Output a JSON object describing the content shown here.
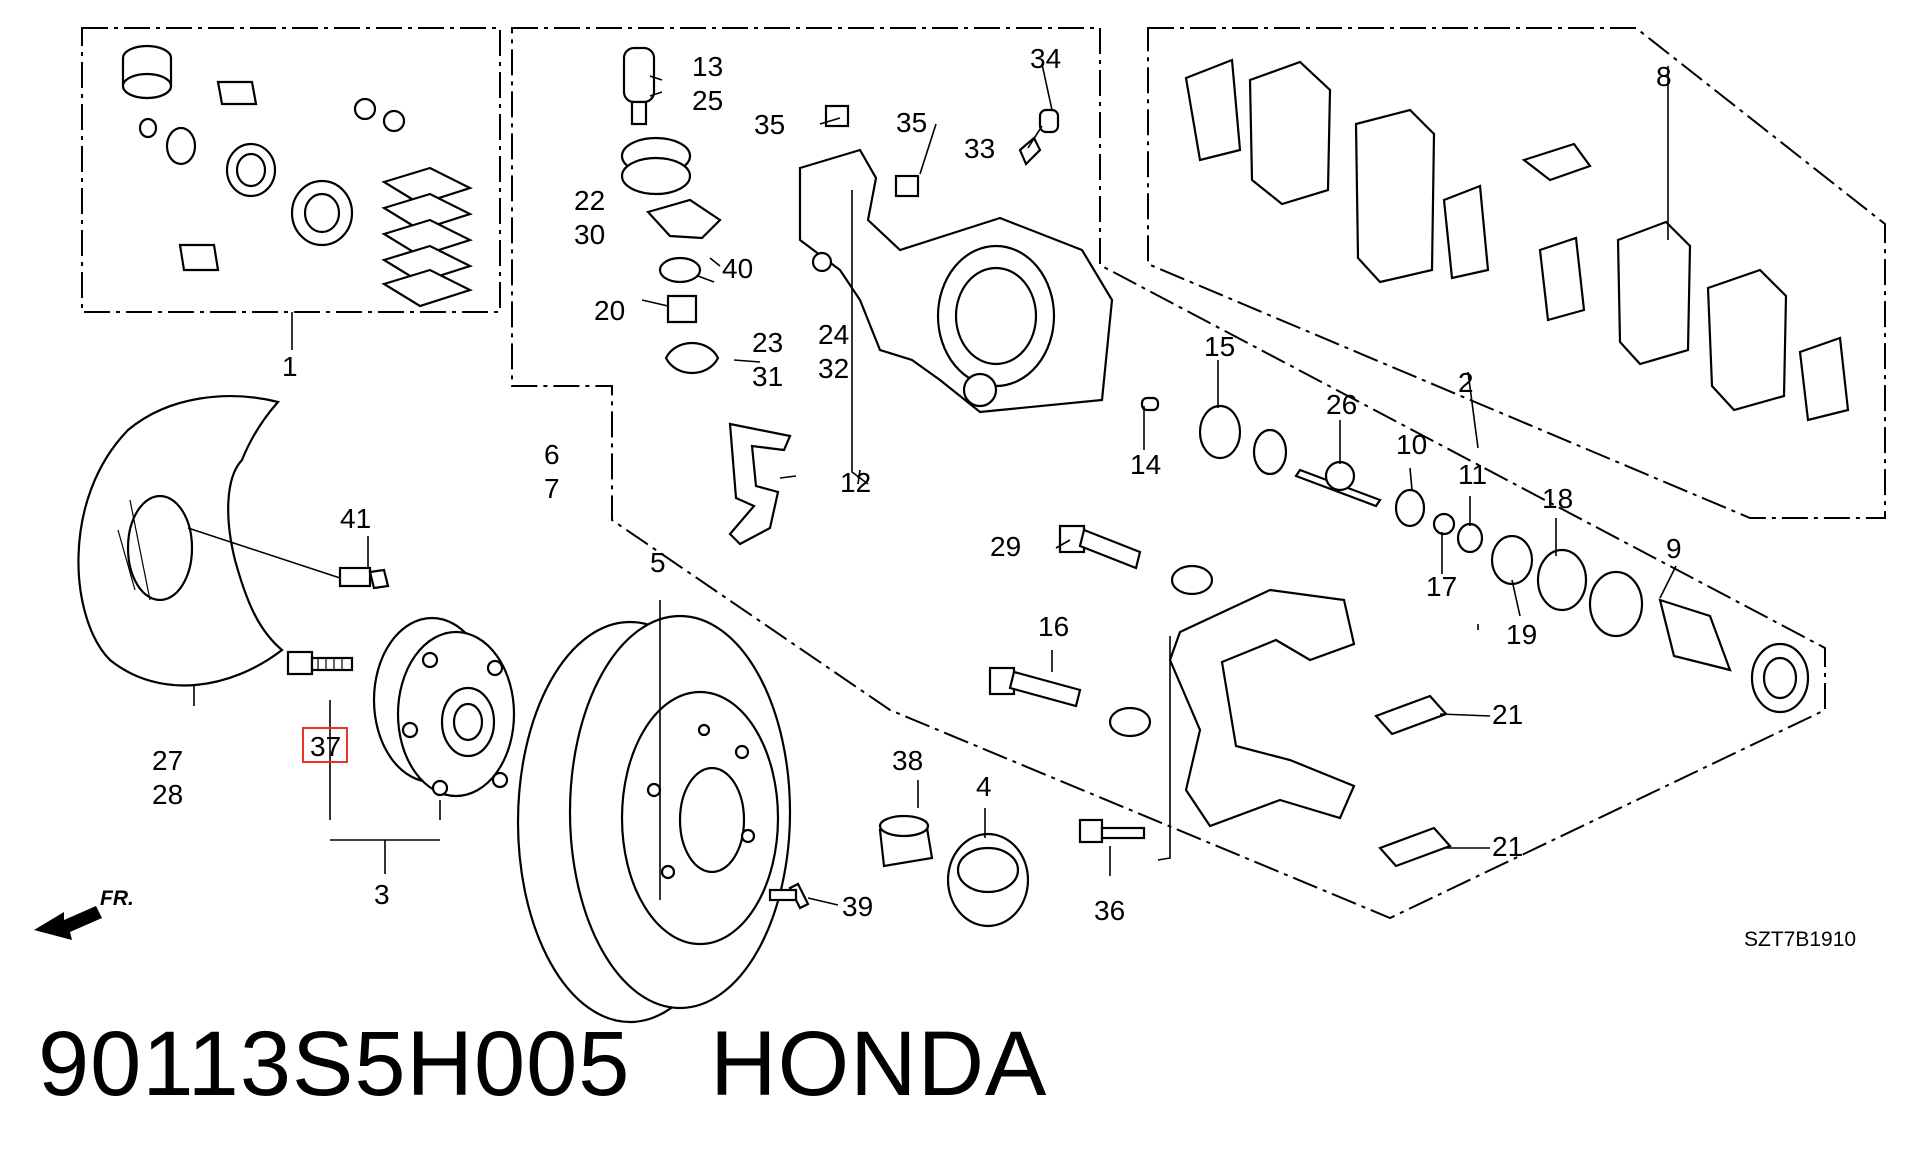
{
  "diagram": {
    "drawing_code": "SZT7B1910",
    "direction_label": "FR.",
    "highlight_color": "#e8332a",
    "highlighted_callout": "37",
    "callouts": [
      {
        "id": "c1",
        "text": "1"
      },
      {
        "id": "c2",
        "text": "2"
      },
      {
        "id": "c3",
        "text": "3"
      },
      {
        "id": "c4",
        "text": "4"
      },
      {
        "id": "c5",
        "text": "5"
      },
      {
        "id": "c6",
        "text": "6"
      },
      {
        "id": "c7",
        "text": "7"
      },
      {
        "id": "c8",
        "text": "8"
      },
      {
        "id": "c9",
        "text": "9"
      },
      {
        "id": "c10",
        "text": "10"
      },
      {
        "id": "c11",
        "text": "11"
      },
      {
        "id": "c12",
        "text": "12"
      },
      {
        "id": "c13",
        "text": "13"
      },
      {
        "id": "c14",
        "text": "14"
      },
      {
        "id": "c15",
        "text": "15"
      },
      {
        "id": "c16",
        "text": "16"
      },
      {
        "id": "c17",
        "text": "17"
      },
      {
        "id": "c18",
        "text": "18"
      },
      {
        "id": "c19",
        "text": "19"
      },
      {
        "id": "c20",
        "text": "20"
      },
      {
        "id": "c21a",
        "text": "21"
      },
      {
        "id": "c21b",
        "text": "21"
      },
      {
        "id": "c22",
        "text": "22"
      },
      {
        "id": "c23",
        "text": "23"
      },
      {
        "id": "c24",
        "text": "24"
      },
      {
        "id": "c25",
        "text": "25"
      },
      {
        "id": "c26",
        "text": "26"
      },
      {
        "id": "c27",
        "text": "27"
      },
      {
        "id": "c28",
        "text": "28"
      },
      {
        "id": "c29",
        "text": "29"
      },
      {
        "id": "c30",
        "text": "30"
      },
      {
        "id": "c31",
        "text": "31"
      },
      {
        "id": "c32",
        "text": "32"
      },
      {
        "id": "c33",
        "text": "33"
      },
      {
        "id": "c34",
        "text": "34"
      },
      {
        "id": "c35a",
        "text": "35"
      },
      {
        "id": "c35b",
        "text": "35"
      },
      {
        "id": "c36",
        "text": "36"
      },
      {
        "id": "c37",
        "text": "37"
      },
      {
        "id": "c38",
        "text": "38"
      },
      {
        "id": "c39",
        "text": "39"
      },
      {
        "id": "c40",
        "text": "40"
      },
      {
        "id": "c41",
        "text": "41"
      }
    ]
  },
  "footer": {
    "part_number": "90113S5H005",
    "brand": "HONDA"
  }
}
